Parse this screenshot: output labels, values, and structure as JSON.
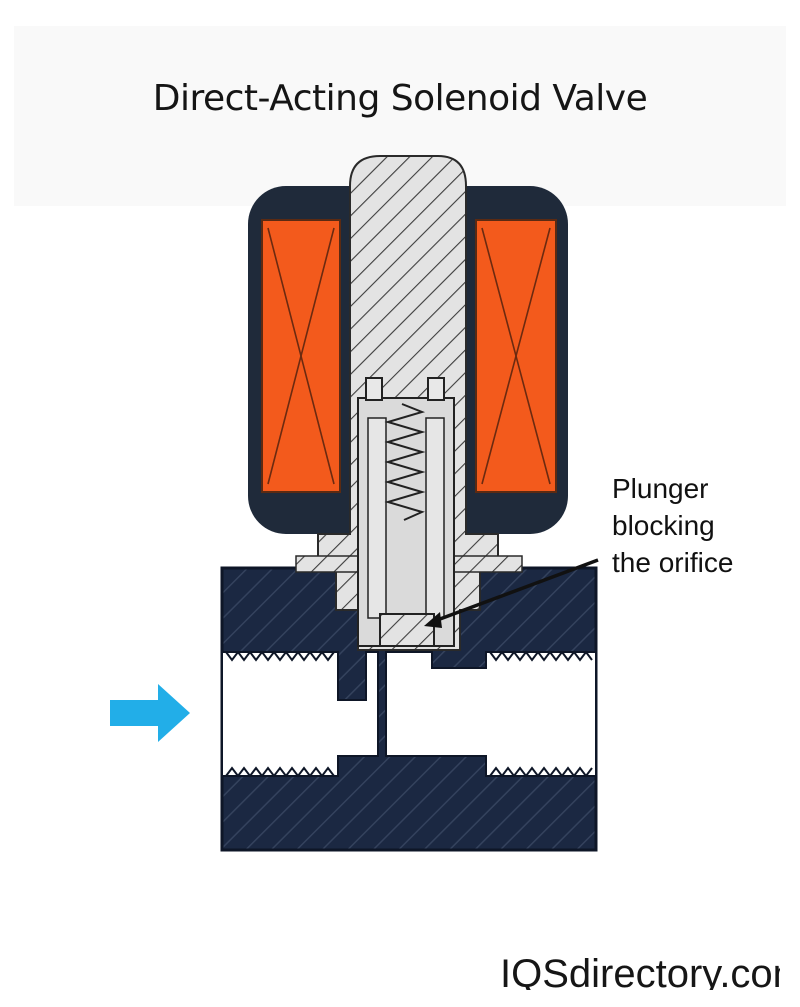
{
  "title": "Direct-Acting Solenoid Valve",
  "callout": {
    "lines": [
      "Plunger",
      "blocking",
      "the orifice"
    ]
  },
  "watermark": "IQSdirectory.com",
  "flow_arrow_icon": "right-arrow-icon",
  "colors": {
    "coil": "#f35a1c",
    "housing": "#1f2a3a",
    "plunger_fill": "#dadada",
    "flow_arrow": "#22aee8",
    "body": "#1a2740"
  }
}
